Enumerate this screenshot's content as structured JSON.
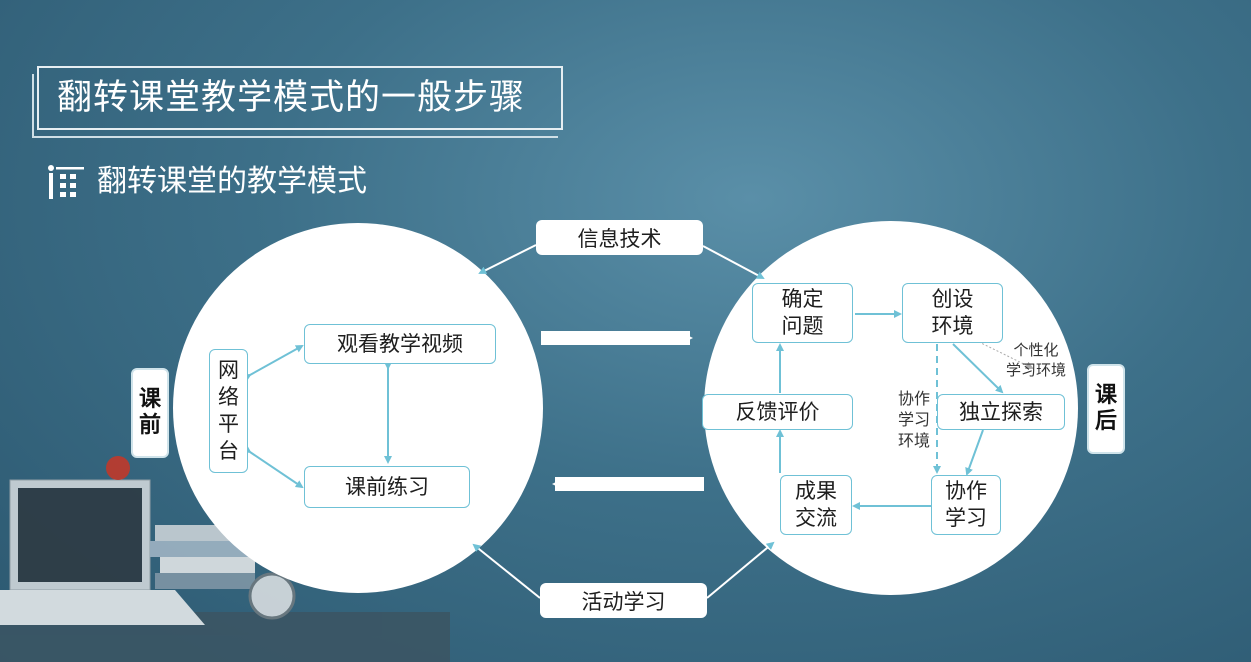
{
  "slide": {
    "title": "翻转课堂教学模式的一般步骤",
    "subtitle": "翻转课堂的教学模式"
  },
  "left_circle": {
    "side_label": "课\n前",
    "platform": "网\n络\n平\n台",
    "watch_video": "观看教学视频",
    "pre_exercise": "课前练习"
  },
  "right_circle": {
    "side_label": "课\n后",
    "define_problem": "确定\n问题",
    "create_env": "创设\n环境",
    "explore": "独立探索",
    "collaborate": "协作\n学习",
    "share_results": "成果\n交流",
    "feedback": "反馈评价",
    "personal_env": "个性化\n学习环境",
    "collab_env": "协作\n学习\n环境"
  },
  "connectors": {
    "info_tech": "信息技术",
    "activity_learning": "活动学习"
  },
  "colors": {
    "line": "#6fc1d6",
    "background": "#3d7089"
  }
}
